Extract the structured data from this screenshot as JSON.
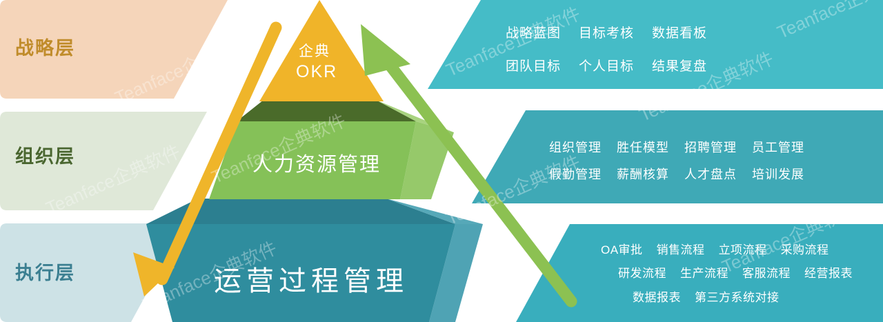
{
  "title": "企业管理三层架构金字塔图",
  "watermark": {
    "text": "Teanface企典软件"
  },
  "colors": {
    "strategy_panel_bg": "#f5d5ba",
    "strategy_text": "#c08c2b",
    "org_panel_bg": "#dfe8d8",
    "org_text": "#4a6630",
    "exec_panel_bg": "#cde2e6",
    "exec_text": "#3b7f91",
    "right_top_panel": "#45bcc7",
    "right_mid_panel": "#3fa9b6",
    "right_bottom_panel": "#39aebd",
    "apex_front": "#f0b429",
    "apex_side": "#e58b4a",
    "mid_front": "#85c158",
    "mid_top": "#4a6b2a",
    "mid_side": "#96c96a",
    "base_front": "#2f8d9e",
    "base_top": "#2c7f90",
    "base_side": "#4fa3b4",
    "arrow_down": "#efb52a",
    "arrow_up": "#8cc152"
  },
  "layers": [
    {
      "id": "strategy",
      "label": "战略层"
    },
    {
      "id": "organization",
      "label": "组织层"
    },
    {
      "id": "execution",
      "label": "执行层"
    }
  ],
  "pyramid": {
    "apex": {
      "line1": "企典",
      "line2": "OKR"
    },
    "middle": {
      "label": "人力资源管理"
    },
    "base": {
      "label": "运营过程管理"
    }
  },
  "arrows": {
    "downward": {
      "name": "strategy-to-execution-arrow",
      "direction": "down-left"
    },
    "upward": {
      "name": "execution-to-strategy-arrow",
      "direction": "up-left"
    }
  },
  "right_panels": {
    "strategy": {
      "row1": [
        "战略蓝图",
        "目标考核",
        "数据看板"
      ],
      "row2": [
        "团队目标",
        "个人目标",
        "结果复盘"
      ]
    },
    "organization": {
      "row1": [
        "组织管理",
        "胜任模型",
        "招聘管理",
        "员工管理"
      ],
      "row2": [
        "假勤管理",
        "薪酬核算",
        "人才盘点",
        "培训发展"
      ]
    },
    "execution": {
      "row1": [
        "OA审批",
        "销售流程",
        "立项流程",
        "采购流程"
      ],
      "row2": [
        "研发流程",
        "生产流程",
        "客服流程",
        "经营报表"
      ],
      "row3": [
        "数据报表",
        "第三方系统对接"
      ]
    }
  }
}
